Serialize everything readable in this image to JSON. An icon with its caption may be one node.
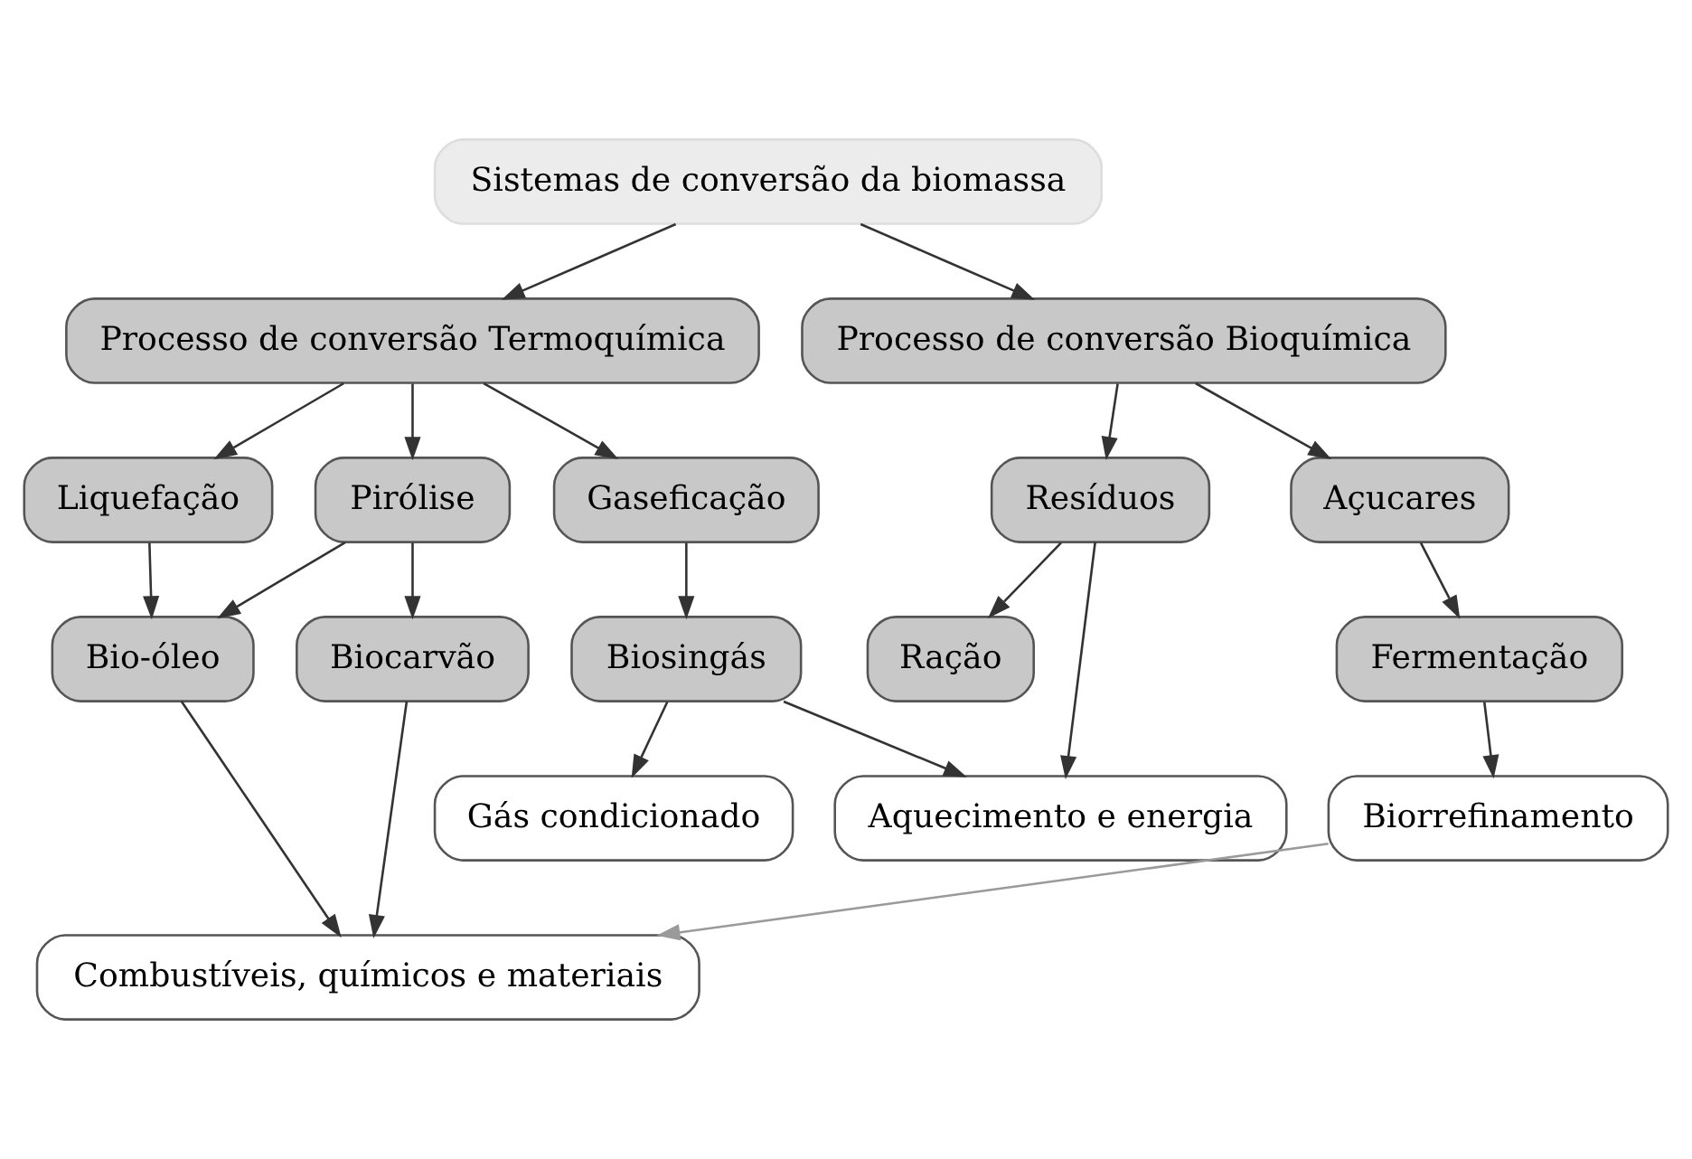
{
  "diagram": {
    "nodes": [
      {
        "text": [
          "Sistemas de conversão da biomassa"
        ]
      },
      {
        "text": [
          "Processo de conversão Termoquímica"
        ]
      },
      {
        "text": [
          "Processo de conversão Bioquímica"
        ]
      },
      {
        "text": [
          "Pirólise"
        ]
      },
      {
        "text": [
          "Liquefação"
        ]
      },
      {
        "text": [
          "Gaseficação"
        ]
      },
      {
        "text": [
          "Resíduos"
        ]
      },
      {
        "text": [
          "Açucares"
        ]
      },
      {
        "text": [
          "Bio-óleo"
        ]
      },
      {
        "text": [
          "Biocarvão"
        ]
      },
      {
        "text": [
          "Biosingás"
        ]
      },
      {
        "text": [
          "Ração"
        ]
      },
      {
        "text": [
          "Fermentação"
        ]
      },
      {
        "text": [
          "Gás condicionado"
        ]
      },
      {
        "text": [
          "Aquecimento e energia"
        ]
      },
      {
        "text": [
          "Biorrefinamento"
        ]
      },
      {
        "text": [
          "Combustíveis, químicos e materiais"
        ]
      }
    ],
    "edges": [
      {
        "from": 0,
        "to": 1,
        "arrow": "to"
      },
      {
        "from": 0,
        "to": 2,
        "arrow": "to"
      },
      {
        "from": 1,
        "to": 3,
        "arrow": "to"
      },
      {
        "from": 1,
        "to": 4,
        "arrow": "to"
      },
      {
        "from": 1,
        "to": 5,
        "arrow": "to"
      },
      {
        "from": 2,
        "to": 6,
        "arrow": "to"
      },
      {
        "from": 2,
        "to": 7,
        "arrow": "to"
      },
      {
        "from": 3,
        "to": 8,
        "arrow": "to"
      },
      {
        "from": 3,
        "to": 9,
        "arrow": "to"
      },
      {
        "from": 4,
        "to": 8,
        "arrow": "to"
      },
      {
        "from": 5,
        "to": 10,
        "arrow": "to"
      },
      {
        "from": 6,
        "to": 11,
        "arrow": "to"
      },
      {
        "from": 6,
        "to": 14,
        "arrow": "to"
      },
      {
        "from": 7,
        "to": 12,
        "arrow": "to"
      },
      {
        "from": 8,
        "to": 16,
        "arrow": "to"
      },
      {
        "from": 9,
        "to": 16,
        "arrow": "to"
      },
      {
        "from": 10,
        "to": 13,
        "arrow": "to"
      },
      {
        "from": 10,
        "to": 14,
        "arrow": "to"
      },
      {
        "from": 12,
        "to": 15,
        "arrow": "to"
      },
      {
        "from": 15,
        "to": 16,
        "arrow": "to",
        "color": "#9a9a9a"
      }
    ]
  }
}
